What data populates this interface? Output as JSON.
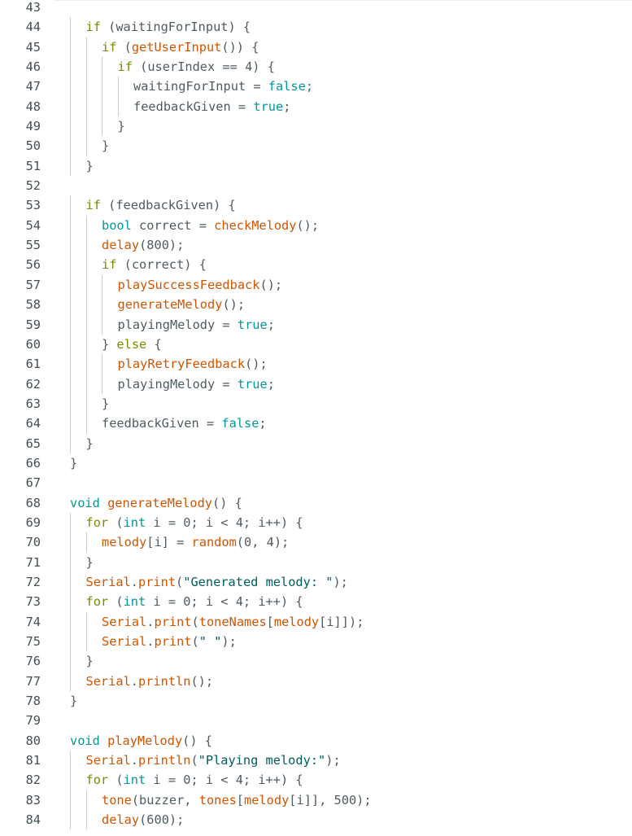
{
  "editor": {
    "colors": {
      "background": "#ffffff",
      "line_number": "#434f54",
      "plain": "#4e5b61",
      "keyword": "#728e00",
      "type": "#00979d",
      "function": "#d35400",
      "literal": "#00979d",
      "string": "#005c5f",
      "indent_guide": "#c9cfd1"
    },
    "lines": [
      {
        "number": "43",
        "indent": 0,
        "tokens": []
      },
      {
        "number": "44",
        "indent": 1,
        "tokens": [
          {
            "t": "if",
            "k": "keyword"
          },
          {
            "t": " (waitingForInput) {",
            "k": "plain"
          }
        ]
      },
      {
        "number": "45",
        "indent": 2,
        "tokens": [
          {
            "t": "if",
            "k": "keyword"
          },
          {
            "t": " (",
            "k": "plain"
          },
          {
            "t": "getUserInput",
            "k": "function"
          },
          {
            "t": "()) {",
            "k": "plain"
          }
        ]
      },
      {
        "number": "46",
        "indent": 3,
        "tokens": [
          {
            "t": "if",
            "k": "keyword"
          },
          {
            "t": " (userIndex == 4) {",
            "k": "plain"
          }
        ]
      },
      {
        "number": "47",
        "indent": 4,
        "tokens": [
          {
            "t": "waitingForInput = ",
            "k": "plain"
          },
          {
            "t": "false",
            "k": "literal"
          },
          {
            "t": ";",
            "k": "plain"
          }
        ]
      },
      {
        "number": "48",
        "indent": 4,
        "tokens": [
          {
            "t": "feedbackGiven = ",
            "k": "plain"
          },
          {
            "t": "true",
            "k": "literal"
          },
          {
            "t": ";",
            "k": "plain"
          }
        ]
      },
      {
        "number": "49",
        "indent": 3,
        "tokens": [
          {
            "t": "}",
            "k": "plain"
          }
        ]
      },
      {
        "number": "50",
        "indent": 2,
        "tokens": [
          {
            "t": "}",
            "k": "plain"
          }
        ]
      },
      {
        "number": "51",
        "indent": 1,
        "tokens": [
          {
            "t": "}",
            "k": "plain"
          }
        ]
      },
      {
        "number": "52",
        "indent": 0,
        "tokens": []
      },
      {
        "number": "53",
        "indent": 1,
        "tokens": [
          {
            "t": "if",
            "k": "keyword"
          },
          {
            "t": " (feedbackGiven) {",
            "k": "plain"
          }
        ]
      },
      {
        "number": "54",
        "indent": 2,
        "tokens": [
          {
            "t": "bool",
            "k": "type"
          },
          {
            "t": " correct = ",
            "k": "plain"
          },
          {
            "t": "checkMelody",
            "k": "function"
          },
          {
            "t": "();",
            "k": "plain"
          }
        ]
      },
      {
        "number": "55",
        "indent": 2,
        "tokens": [
          {
            "t": "delay",
            "k": "function"
          },
          {
            "t": "(800);",
            "k": "plain"
          }
        ]
      },
      {
        "number": "56",
        "indent": 2,
        "tokens": [
          {
            "t": "if",
            "k": "keyword"
          },
          {
            "t": " (correct) {",
            "k": "plain"
          }
        ]
      },
      {
        "number": "57",
        "indent": 3,
        "tokens": [
          {
            "t": "playSuccessFeedback",
            "k": "function"
          },
          {
            "t": "();",
            "k": "plain"
          }
        ]
      },
      {
        "number": "58",
        "indent": 3,
        "tokens": [
          {
            "t": "generateMelody",
            "k": "function"
          },
          {
            "t": "();",
            "k": "plain"
          }
        ]
      },
      {
        "number": "59",
        "indent": 3,
        "tokens": [
          {
            "t": "playingMelody = ",
            "k": "plain"
          },
          {
            "t": "true",
            "k": "literal"
          },
          {
            "t": ";",
            "k": "plain"
          }
        ]
      },
      {
        "number": "60",
        "indent": 2,
        "tokens": [
          {
            "t": "} ",
            "k": "plain"
          },
          {
            "t": "else",
            "k": "keyword"
          },
          {
            "t": " {",
            "k": "plain"
          }
        ]
      },
      {
        "number": "61",
        "indent": 3,
        "tokens": [
          {
            "t": "playRetryFeedback",
            "k": "function"
          },
          {
            "t": "();",
            "k": "plain"
          }
        ]
      },
      {
        "number": "62",
        "indent": 3,
        "tokens": [
          {
            "t": "playingMelody = ",
            "k": "plain"
          },
          {
            "t": "true",
            "k": "literal"
          },
          {
            "t": ";",
            "k": "plain"
          }
        ]
      },
      {
        "number": "63",
        "indent": 2,
        "tokens": [
          {
            "t": "}",
            "k": "plain"
          }
        ]
      },
      {
        "number": "64",
        "indent": 2,
        "tokens": [
          {
            "t": "feedbackGiven = ",
            "k": "plain"
          },
          {
            "t": "false",
            "k": "literal"
          },
          {
            "t": ";",
            "k": "plain"
          }
        ]
      },
      {
        "number": "65",
        "indent": 1,
        "tokens": [
          {
            "t": "}",
            "k": "plain"
          }
        ]
      },
      {
        "number": "66",
        "indent": 0,
        "tokens": [
          {
            "t": "}",
            "k": "plain"
          }
        ]
      },
      {
        "number": "67",
        "indent": 0,
        "tokens": []
      },
      {
        "number": "68",
        "indent": 0,
        "tokens": [
          {
            "t": "void",
            "k": "type"
          },
          {
            "t": " ",
            "k": "plain"
          },
          {
            "t": "generateMelody",
            "k": "function"
          },
          {
            "t": "() {",
            "k": "plain"
          }
        ]
      },
      {
        "number": "69",
        "indent": 1,
        "tokens": [
          {
            "t": "for",
            "k": "keyword"
          },
          {
            "t": " (",
            "k": "plain"
          },
          {
            "t": "int",
            "k": "type"
          },
          {
            "t": " i = 0; i < 4; i++) {",
            "k": "plain"
          }
        ]
      },
      {
        "number": "70",
        "indent": 2,
        "tokens": [
          {
            "t": "melody",
            "k": "function"
          },
          {
            "t": "[i] = ",
            "k": "plain"
          },
          {
            "t": "random",
            "k": "function"
          },
          {
            "t": "(0, 4);",
            "k": "plain"
          }
        ]
      },
      {
        "number": "71",
        "indent": 1,
        "tokens": [
          {
            "t": "}",
            "k": "plain"
          }
        ]
      },
      {
        "number": "72",
        "indent": 1,
        "tokens": [
          {
            "t": "Serial",
            "k": "function"
          },
          {
            "t": ".",
            "k": "plain"
          },
          {
            "t": "print",
            "k": "function"
          },
          {
            "t": "(",
            "k": "plain"
          },
          {
            "t": "\"Generated melody: \"",
            "k": "string"
          },
          {
            "t": ");",
            "k": "plain"
          }
        ]
      },
      {
        "number": "73",
        "indent": 1,
        "tokens": [
          {
            "t": "for",
            "k": "keyword"
          },
          {
            "t": " (",
            "k": "plain"
          },
          {
            "t": "int",
            "k": "type"
          },
          {
            "t": " i = 0; i < 4; i++) {",
            "k": "plain"
          }
        ]
      },
      {
        "number": "74",
        "indent": 2,
        "tokens": [
          {
            "t": "Serial",
            "k": "function"
          },
          {
            "t": ".",
            "k": "plain"
          },
          {
            "t": "print",
            "k": "function"
          },
          {
            "t": "(",
            "k": "plain"
          },
          {
            "t": "toneNames",
            "k": "function"
          },
          {
            "t": "[",
            "k": "plain"
          },
          {
            "t": "melody",
            "k": "function"
          },
          {
            "t": "[i]]);",
            "k": "plain"
          }
        ]
      },
      {
        "number": "75",
        "indent": 2,
        "tokens": [
          {
            "t": "Serial",
            "k": "function"
          },
          {
            "t": ".",
            "k": "plain"
          },
          {
            "t": "print",
            "k": "function"
          },
          {
            "t": "(",
            "k": "plain"
          },
          {
            "t": "\" \"",
            "k": "string"
          },
          {
            "t": ");",
            "k": "plain"
          }
        ]
      },
      {
        "number": "76",
        "indent": 1,
        "tokens": [
          {
            "t": "}",
            "k": "plain"
          }
        ]
      },
      {
        "number": "77",
        "indent": 1,
        "tokens": [
          {
            "t": "Serial",
            "k": "function"
          },
          {
            "t": ".",
            "k": "plain"
          },
          {
            "t": "println",
            "k": "function"
          },
          {
            "t": "();",
            "k": "plain"
          }
        ]
      },
      {
        "number": "78",
        "indent": 0,
        "tokens": [
          {
            "t": "}",
            "k": "plain"
          }
        ]
      },
      {
        "number": "79",
        "indent": 0,
        "tokens": []
      },
      {
        "number": "80",
        "indent": 0,
        "tokens": [
          {
            "t": "void",
            "k": "type"
          },
          {
            "t": " ",
            "k": "plain"
          },
          {
            "t": "playMelody",
            "k": "function"
          },
          {
            "t": "() {",
            "k": "plain"
          }
        ]
      },
      {
        "number": "81",
        "indent": 1,
        "tokens": [
          {
            "t": "Serial",
            "k": "function"
          },
          {
            "t": ".",
            "k": "plain"
          },
          {
            "t": "println",
            "k": "function"
          },
          {
            "t": "(",
            "k": "plain"
          },
          {
            "t": "\"Playing melody:\"",
            "k": "string"
          },
          {
            "t": ");",
            "k": "plain"
          }
        ]
      },
      {
        "number": "82",
        "indent": 1,
        "tokens": [
          {
            "t": "for",
            "k": "keyword"
          },
          {
            "t": " (",
            "k": "plain"
          },
          {
            "t": "int",
            "k": "type"
          },
          {
            "t": " i = 0; i < 4; i++) {",
            "k": "plain"
          }
        ]
      },
      {
        "number": "83",
        "indent": 2,
        "tokens": [
          {
            "t": "tone",
            "k": "function"
          },
          {
            "t": "(buzzer, ",
            "k": "plain"
          },
          {
            "t": "tones",
            "k": "function"
          },
          {
            "t": "[",
            "k": "plain"
          },
          {
            "t": "melody",
            "k": "function"
          },
          {
            "t": "[i]], 500);",
            "k": "plain"
          }
        ]
      },
      {
        "number": "84",
        "indent": 2,
        "tokens": [
          {
            "t": "delay",
            "k": "function"
          },
          {
            "t": "(600);",
            "k": "plain"
          }
        ]
      }
    ]
  }
}
